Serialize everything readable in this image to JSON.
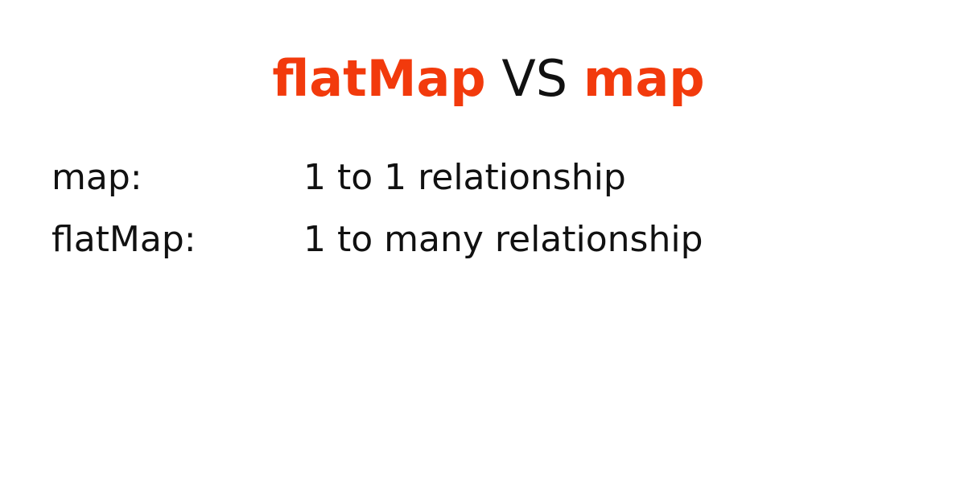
{
  "slide": {
    "title": {
      "part1": "flatMap",
      "part2": " VS ",
      "part3": "map"
    },
    "rows": [
      {
        "term": "map:",
        "description": "1 to 1 relationship"
      },
      {
        "term": "flatMap:",
        "description": "1 to many relationship"
      }
    ]
  },
  "colors": {
    "accent": "#f23a0c",
    "text": "#111111",
    "background": "#ffffff"
  }
}
